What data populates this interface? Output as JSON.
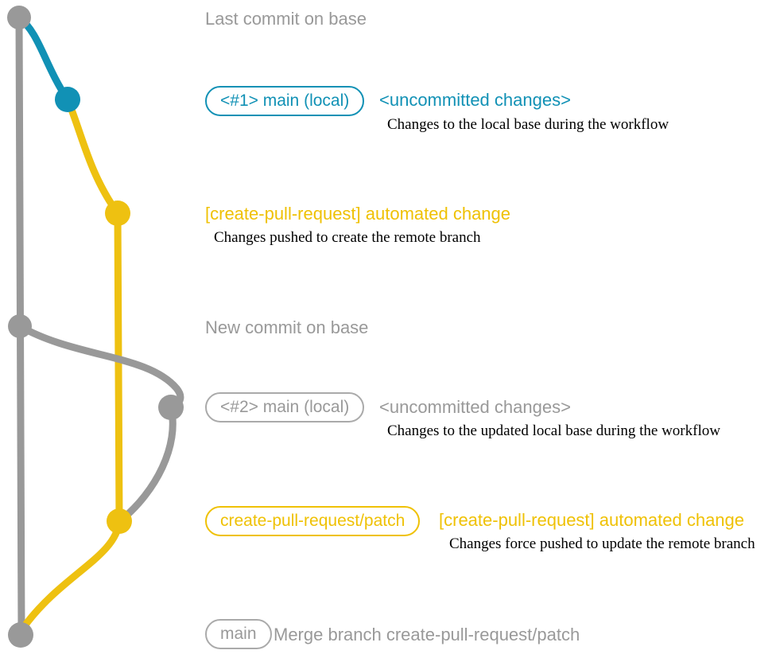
{
  "palette": {
    "teal": "#1191b5",
    "yellow": "#eec111",
    "gray": "#999999",
    "caption_text": "#000000"
  },
  "graph": {
    "description": "git commit graph",
    "nodes": [
      {
        "id": "last-commit-on-base",
        "color": "gray"
      },
      {
        "id": "main-local-1",
        "color": "teal"
      },
      {
        "id": "automated-change-1",
        "color": "yellow"
      },
      {
        "id": "new-commit-on-base",
        "color": "gray"
      },
      {
        "id": "main-local-2",
        "color": "gray"
      },
      {
        "id": "automated-change-2",
        "color": "yellow"
      },
      {
        "id": "merge-commit",
        "color": "gray"
      }
    ]
  },
  "labels": {
    "top": "Last commit on base",
    "row1": {
      "badge": "<#1> main (local)",
      "heading": "<uncommitted changes>",
      "caption": "Changes to the local base during the workflow"
    },
    "row2": {
      "heading": "[create-pull-request] automated change",
      "caption": "Changes pushed to create the remote branch"
    },
    "row3": {
      "label": "New commit on base"
    },
    "row4": {
      "badge": "<#2> main (local)",
      "heading": "<uncommitted changes>",
      "caption": "Changes to the updated local base during the workflow"
    },
    "row5": {
      "badge": "create-pull-request/patch",
      "heading": "[create-pull-request] automated change",
      "caption": "Changes force pushed to update the remote branch"
    },
    "row6": {
      "badge": "main",
      "heading": "Merge branch create-pull-request/patch"
    }
  }
}
